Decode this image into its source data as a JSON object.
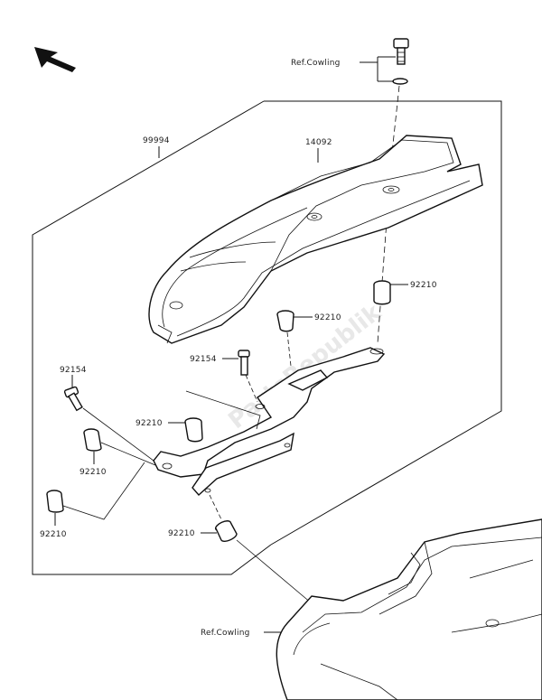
{
  "watermark": "PartsRepublik",
  "labels": {
    "ref_cowling_top": "Ref.Cowling",
    "ref_cowling_bottom": "Ref.Cowling",
    "assembly": "99994",
    "seat_cowl": "14092",
    "nut_right": "92210",
    "nut_center": "92210",
    "bolt_center": "92154",
    "nut_bracket_mid": "92210",
    "bolt_left": "92154",
    "nut_left_upper": "92210",
    "nut_left_lower": "92210",
    "nut_bottom": "92210"
  }
}
